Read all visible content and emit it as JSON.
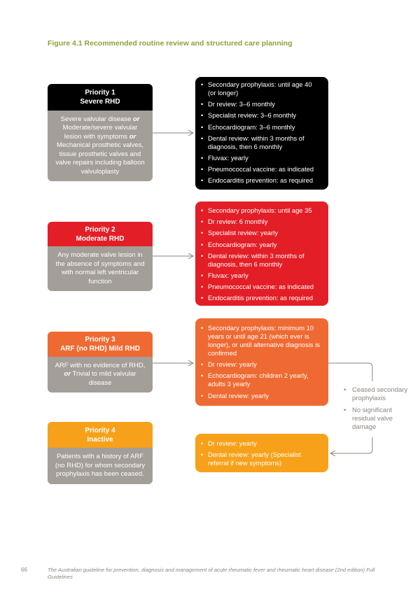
{
  "figure_title": "Figure 4.1 Recommended routine review and structured care planning",
  "colors": {
    "severe": "#000000",
    "moderate": "#e31e26",
    "mild": "#ef6a32",
    "inactive": "#f7a11a",
    "grey": "#a39e98",
    "title_green": "#8aa33a"
  },
  "priorities": [
    {
      "heading_line1": "Priority 1",
      "heading_line2": "Severe RHD",
      "desc": [
        {
          "t": "Severe valvular disease "
        },
        {
          "t": "or",
          "em": true
        },
        {
          "t": " Moderate/severe valvular lesion with symptoms "
        },
        {
          "t": "or",
          "em": true
        },
        {
          "t": " Mechanical prosthetic valves, tissue prosthetic valves and valve repairs including balloon valvuloplasty"
        }
      ],
      "recommendations": [
        "Secondary prophylaxis: until age 40 (or longer)",
        "Dr review: 3–6 monthly",
        "Specialist review: 3–6 monthly",
        "Echocardiogram: 3–6 monthly",
        "Dental review: within 3 months of diagnosis, then 6 monthly",
        "Fluvax: yearly",
        "Pneumococcal vaccine: as indicated",
        "Endocarditis prevention: as required"
      ]
    },
    {
      "heading_line1": "Priority 2",
      "heading_line2": "Moderate RHD",
      "desc": [
        {
          "t": "Any moderate valve lesion in the absence of symptoms and with normal left ventricular function"
        }
      ],
      "recommendations": [
        "Secondary prophylaxis: until age 35",
        "Dr review: 6 monthly",
        "Specialist review: yearly",
        "Echocardiogram: yearly",
        "Dental review: within 3 months of diagnosis, then 6 monthly",
        "Fluvax: yearly",
        "Pneumococcal vaccine: as indicated",
        "Endocarditis prevention: as required"
      ]
    },
    {
      "heading_line1": "Priority 3",
      "heading_line2": "ARF (no RHD) Mild RHD",
      "desc": [
        {
          "t": "ARF with no evidence of RHD, "
        },
        {
          "t": "or",
          "em": true
        },
        {
          "t": " Trivial to mild valvular disease"
        }
      ],
      "recommendations": [
        "Secondary prophylaxis: minimum 10 years or until age 21 (which ever is longer), or until alternative diagnosis is confirmed",
        "Dr review: yearly",
        "Echocardiogram: children 2 yearly, adults 3 yearly",
        "Dental review: yearly"
      ]
    },
    {
      "heading_line1": "Priority 4",
      "heading_line2": "Inactive",
      "desc": [
        {
          "t": "Patients with a history of ARF (no RHD) for whom secondary prophylaxis has been ceased."
        }
      ],
      "recommendations": [
        "Dr review: yearly",
        "Dental review: yearly (Specialist referral if new symptoms)"
      ]
    }
  ],
  "transition_notes": [
    "Ceased secondary prophylaxis",
    "No significant residual valve damage"
  ],
  "footer": {
    "page_number": "66",
    "text": "The Australian guideline for prevention, diagnosis and management of acute rheumatic fever and rheumatic heart disease (2nd edition) Full Guidelines"
  }
}
